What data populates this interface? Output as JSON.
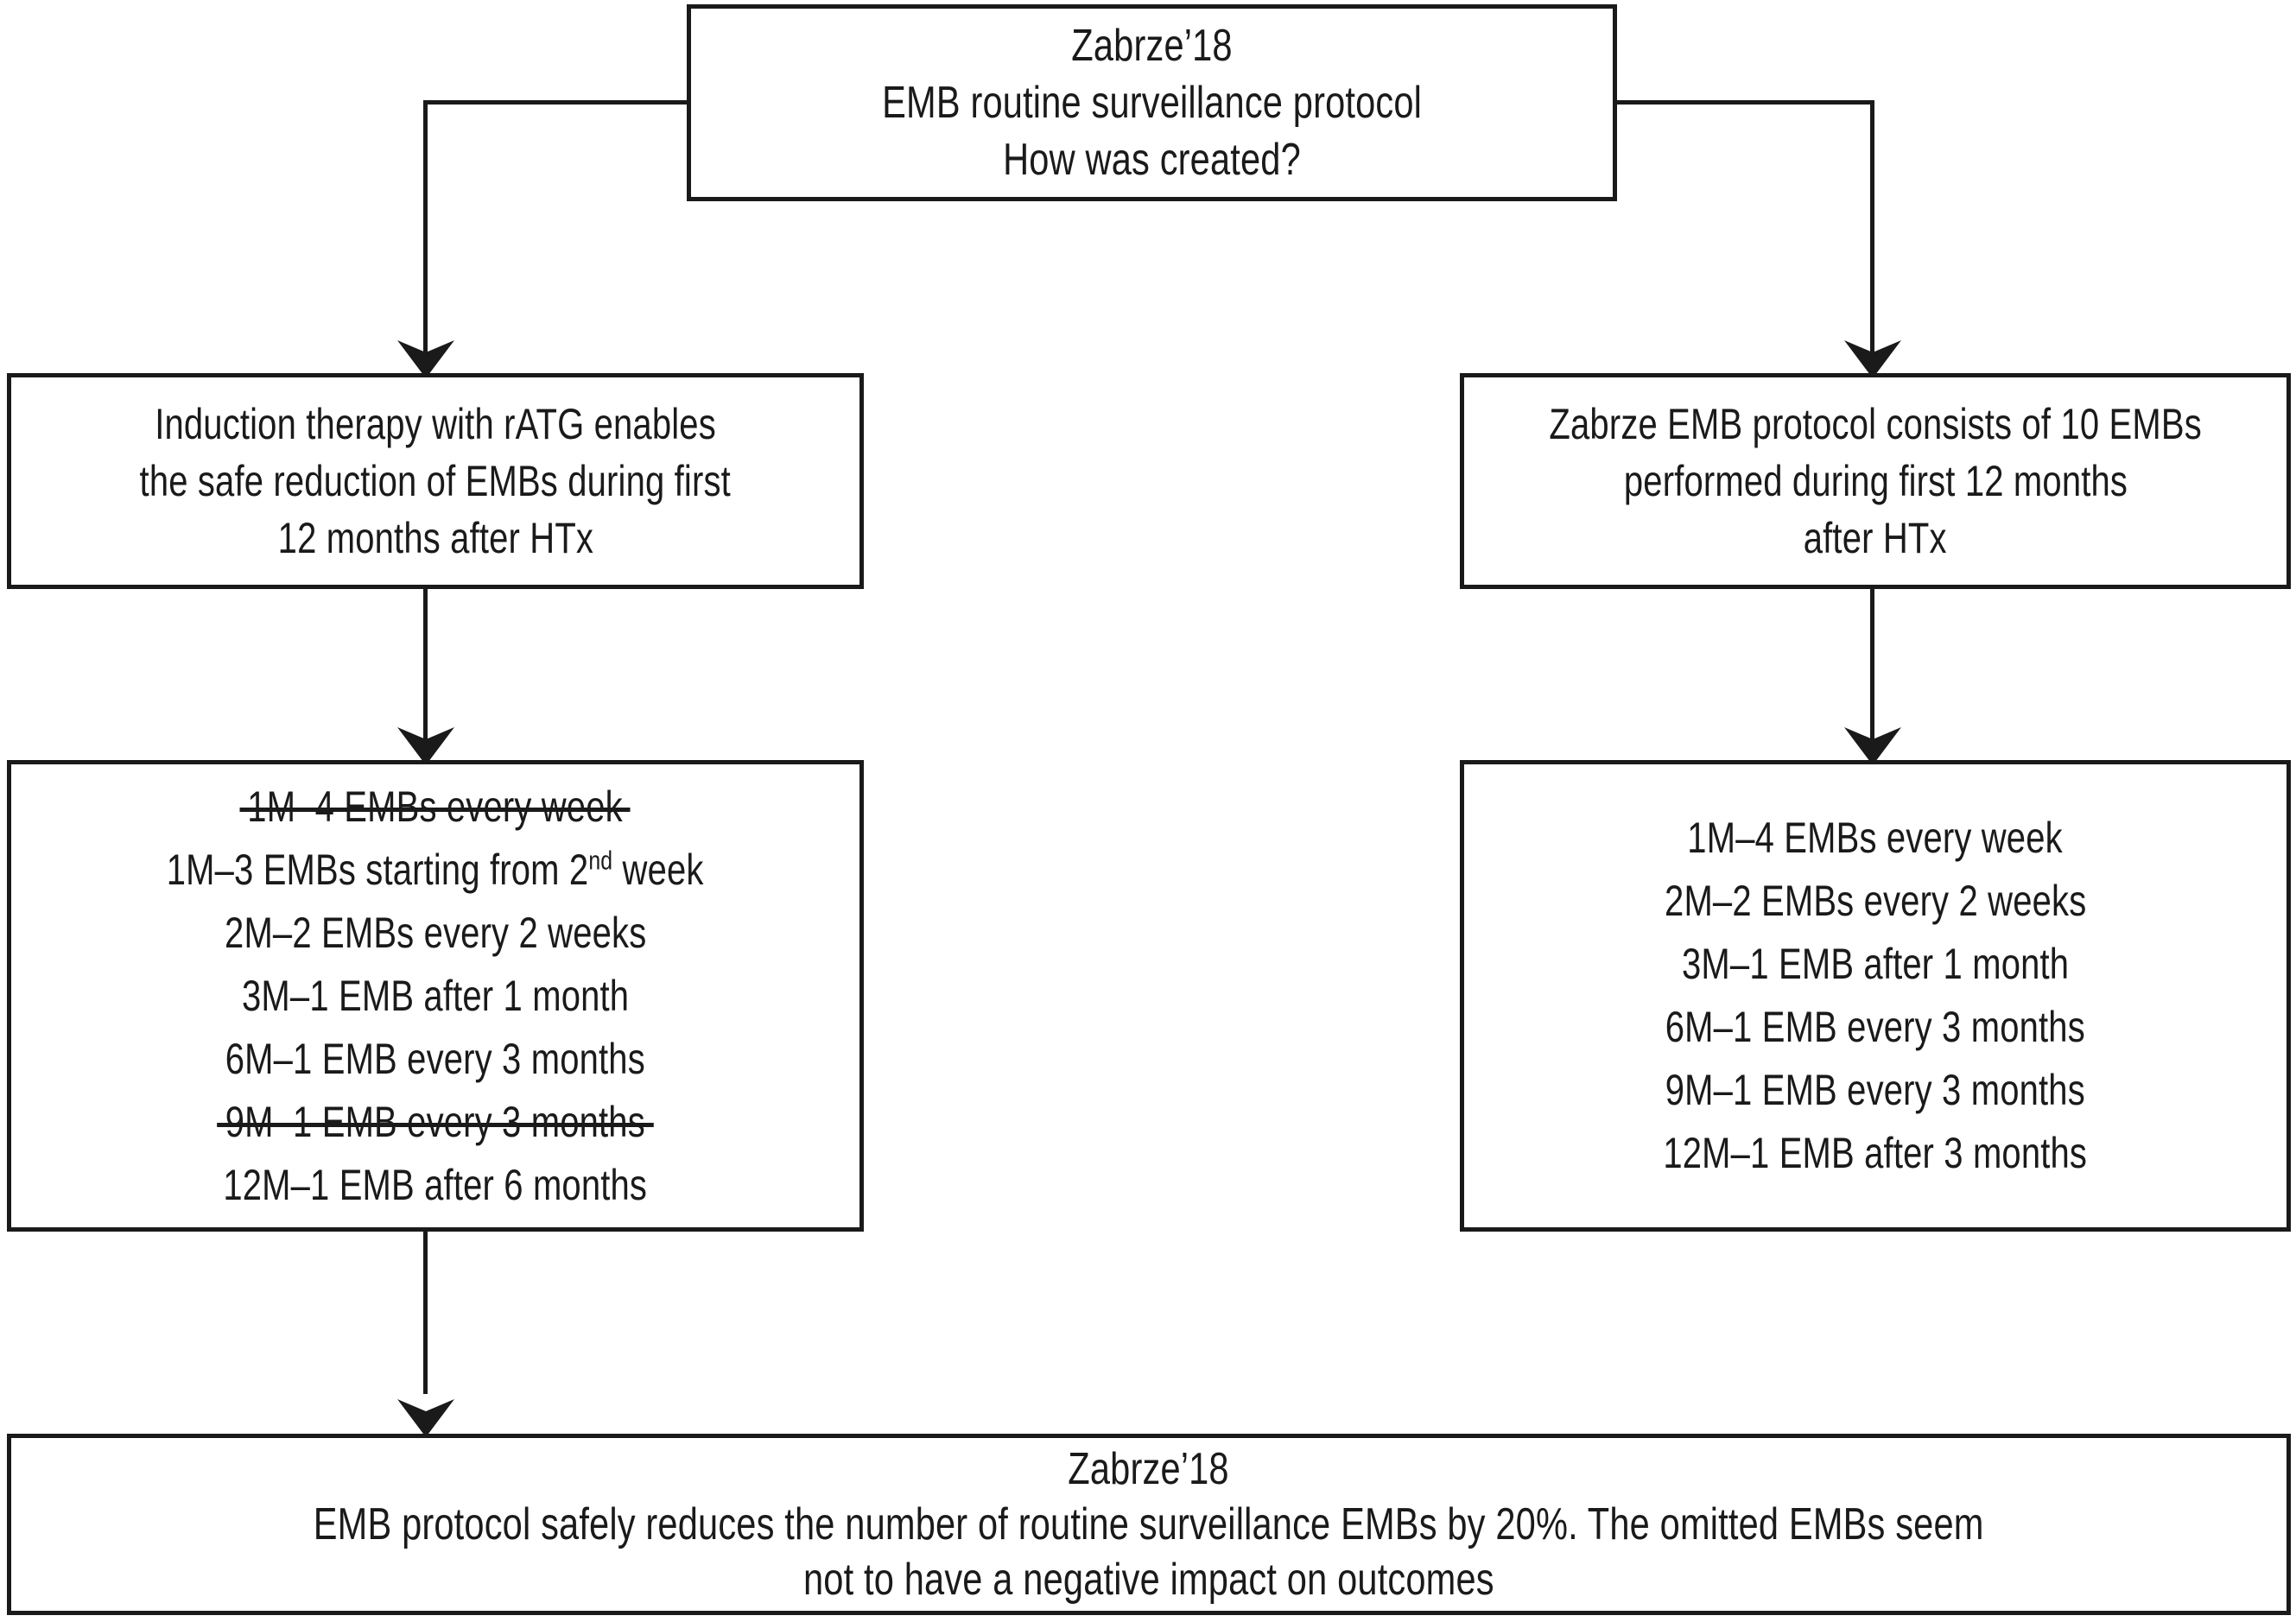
{
  "diagram": {
    "title": "Zabrze'18 EMB routine surveillance protocol flowchart",
    "stroke_color": "#1a1a1a",
    "background_color": "#ffffff"
  },
  "nodes": {
    "top": {
      "name": "root-question-box",
      "lines": [
        "Zabrze’18",
        "EMB routine surveillance protocol",
        "How was created?"
      ]
    },
    "left_mid": {
      "name": "induction-therapy-box",
      "lines": [
        "Induction therapy with rATG enables",
        "the safe reduction of EMBs during first",
        "12 months after HTx"
      ]
    },
    "right_mid": {
      "name": "zabrze-protocol-box",
      "lines": [
        "Zabrze EMB protocol consists of 10 EMBs",
        "performed during first 12 months",
        "after HTx"
      ]
    },
    "left_low": {
      "name": "reduced-schedule-box",
      "schedule": [
        {
          "month": "1M",
          "text": "1M–4 EMBs every week",
          "struck": true
        },
        {
          "month": "1M",
          "text": "1M–3 EMBs starting from 2nd week",
          "struck": false,
          "superscript": "nd"
        },
        {
          "month": "2M",
          "text": "2M–2 EMBs every 2 weeks",
          "struck": false
        },
        {
          "month": "3M",
          "text": "3M–1 EMB after 1 month",
          "struck": false
        },
        {
          "month": "6M",
          "text": "6M–1 EMB every 3 months",
          "struck": false
        },
        {
          "month": "9M",
          "text": "9M–1 EMB every 3 months",
          "struck": true
        },
        {
          "month": "12M",
          "text": "12M–1 EMB after 6 months",
          "struck": false
        }
      ]
    },
    "right_low": {
      "name": "standard-schedule-box",
      "schedule": [
        {
          "month": "1M",
          "text": "1M–4 EMBs every week",
          "struck": false
        },
        {
          "month": "2M",
          "text": "2M–2 EMBs every 2 weeks",
          "struck": false
        },
        {
          "month": "3M",
          "text": "3M–1 EMB after 1 month",
          "struck": false
        },
        {
          "month": "6M",
          "text": "6M–1 EMB every 3 months",
          "struck": false
        },
        {
          "month": "9M",
          "text": "9M–1 EMB every 3 months",
          "struck": false
        },
        {
          "month": "12M",
          "text": "12M–1 EMB after 3 months",
          "struck": false
        }
      ]
    },
    "bottom": {
      "name": "conclusion-box",
      "lines": [
        "Zabrze’18",
        "EMB protocol safely reduces the number of routine surveillance EMBs by 20%. The omitted EMBs seem",
        "not to have a negative impact on outcomes"
      ]
    }
  },
  "connectors": [
    {
      "name": "root-to-left-branch",
      "from": "top",
      "to": "left_mid"
    },
    {
      "name": "root-to-right-branch",
      "from": "top",
      "to": "right_mid"
    },
    {
      "name": "left-mid-to-left-low",
      "from": "left_mid",
      "to": "left_low"
    },
    {
      "name": "right-mid-to-right-low",
      "from": "right_mid",
      "to": "right_low"
    },
    {
      "name": "left-low-to-conclusion",
      "from": "left_low",
      "to": "bottom"
    }
  ]
}
